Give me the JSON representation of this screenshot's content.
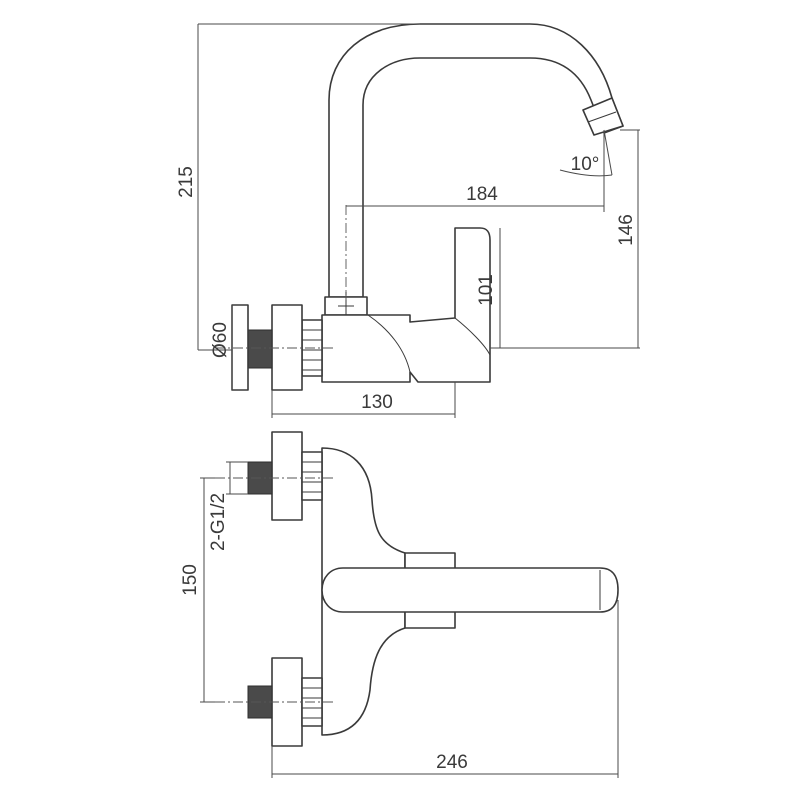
{
  "dimensions": {
    "height_total": "215",
    "spout_reach": "184",
    "outlet_height": "146",
    "body_height": "101",
    "escutcheon_diameter": "Ø60",
    "wall_to_body": "130",
    "spout_angle": "10°",
    "inlet_thread": "2-G1/2",
    "inlet_spacing": "150",
    "total_width": "246"
  },
  "colors": {
    "line": "#3a3a3a",
    "knurl": "#4a4a4a",
    "background": "#ffffff"
  }
}
